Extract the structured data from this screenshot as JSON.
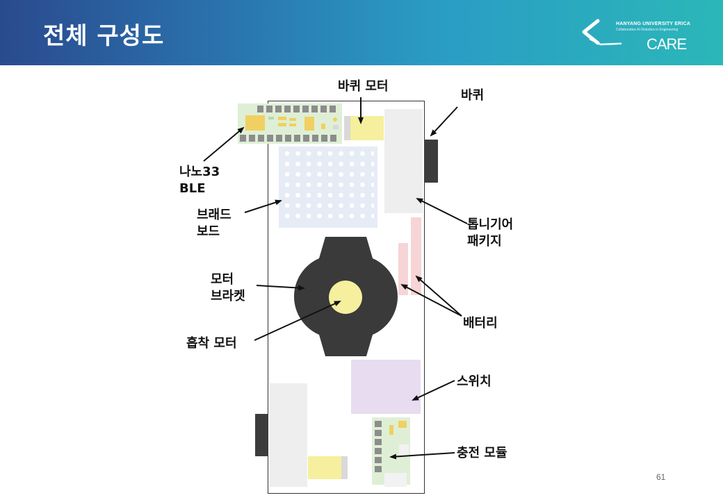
{
  "header": {
    "title": "전체 구성도",
    "logo": {
      "university": "HANYANG UNIVERSITY ERICA",
      "tagline": "Collaborative AI Robotics in Engineering",
      "name": "CARE"
    }
  },
  "labels": {
    "wheel_motor": "바퀴 모터",
    "wheel": "바퀴",
    "nano": [
      "나노33",
      "BLE"
    ],
    "breadboard": [
      "브래드",
      "보드"
    ],
    "gear": [
      "톱니기어",
      "패키지"
    ],
    "motor_bracket": [
      "모터",
      "브라켓"
    ],
    "battery": "배터리",
    "suction_motor": "흡착 모터",
    "switch": "스위치",
    "charging_module": "충전 모듈"
  },
  "colors": {
    "header_start": "#2a4a8e",
    "header_end": "#2bb7b9",
    "nano_board": "#dfefd6",
    "motor_yellow": "#f5ef9e",
    "gearbox_gray": "#eeeeee",
    "wheel_dark": "#3c3c3c",
    "breadboard": "#e6ecf6",
    "battery_pink": "#f7d4d6",
    "bracket_dark": "#3a3a3a",
    "switch_lavender": "#e8dcf0"
  },
  "page_number": "61"
}
